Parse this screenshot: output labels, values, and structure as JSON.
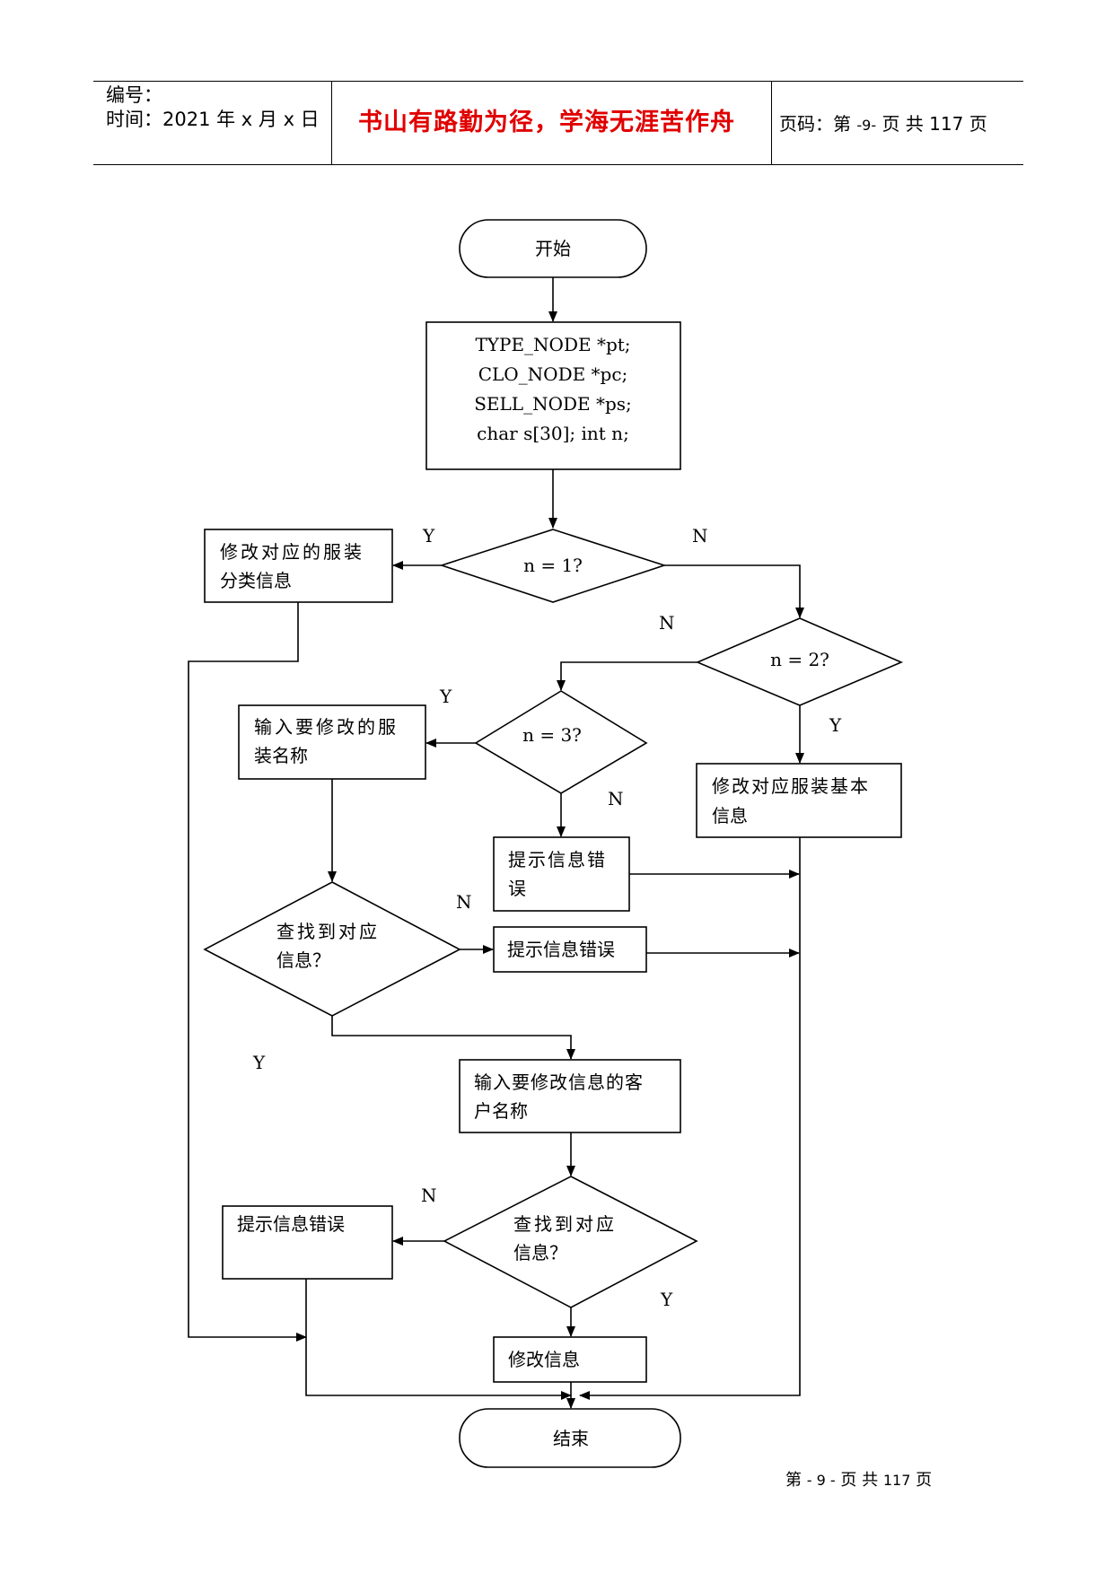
{
  "header": {
    "number_label": "编号：",
    "time_label": "时间：2021 年 x 月 x 日",
    "motto": "书山有路勤为径，学海无涯苦作舟",
    "page_label": "页码：第",
    "page_num": "-9-",
    "page_total": "页  共 117 页"
  },
  "flowchart": {
    "start": "开始",
    "decl": [
      "TYPE_NODE *pt;",
      "CLO_NODE *pc;",
      "SELL_NODE *ps;",
      "char s[30]; int n;"
    ],
    "d_n1": "n = 1?",
    "d_n2": "n = 2?",
    "d_n3": "n = 3?",
    "box_type_info": [
      "修改对应的服装",
      "分类信息"
    ],
    "box_basic_info": [
      "修改对应服装基本",
      "信息"
    ],
    "box_input_name": [
      "输入要修改的服",
      "装名称"
    ],
    "box_error1": [
      "提示信息错",
      "误"
    ],
    "d_find1": [
      "查找到对应",
      "信息？"
    ],
    "box_error2": "提示信息错误",
    "box_input_customer": [
      "输入要修改信息的客",
      "户名称"
    ],
    "d_find2": [
      "查找到对应",
      "信息？"
    ],
    "box_error3": "提示信息错误",
    "box_modify": "修改信息",
    "end": "结束",
    "labels": {
      "y1": "Y",
      "n1": "N",
      "n2a": "N",
      "y2": "Y",
      "y3": "Y",
      "n3": "N",
      "n4": "N",
      "y4": "Y",
      "n5": "N",
      "y5": "Y"
    }
  },
  "footer": {
    "page_prefix": "第",
    "page_num": "- 9 -",
    "page_mid": "页  共",
    "page_total": "117",
    "page_suffix": "页"
  }
}
